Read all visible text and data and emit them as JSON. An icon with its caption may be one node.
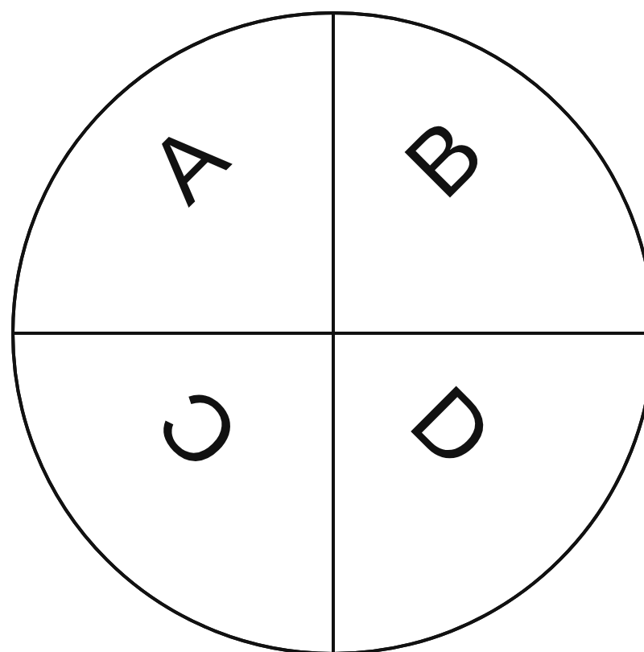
{
  "diagram": {
    "nodes": [
      {
        "text": [],
        "shape": "circle"
      },
      {
        "text": [
          "A"
        ],
        "in": 0
      },
      {
        "text": [
          "B"
        ],
        "in": 0
      },
      {
        "text": [
          "C"
        ],
        "in": 0
      },
      {
        "text": [
          "D"
        ],
        "in": 0
      }
    ]
  }
}
